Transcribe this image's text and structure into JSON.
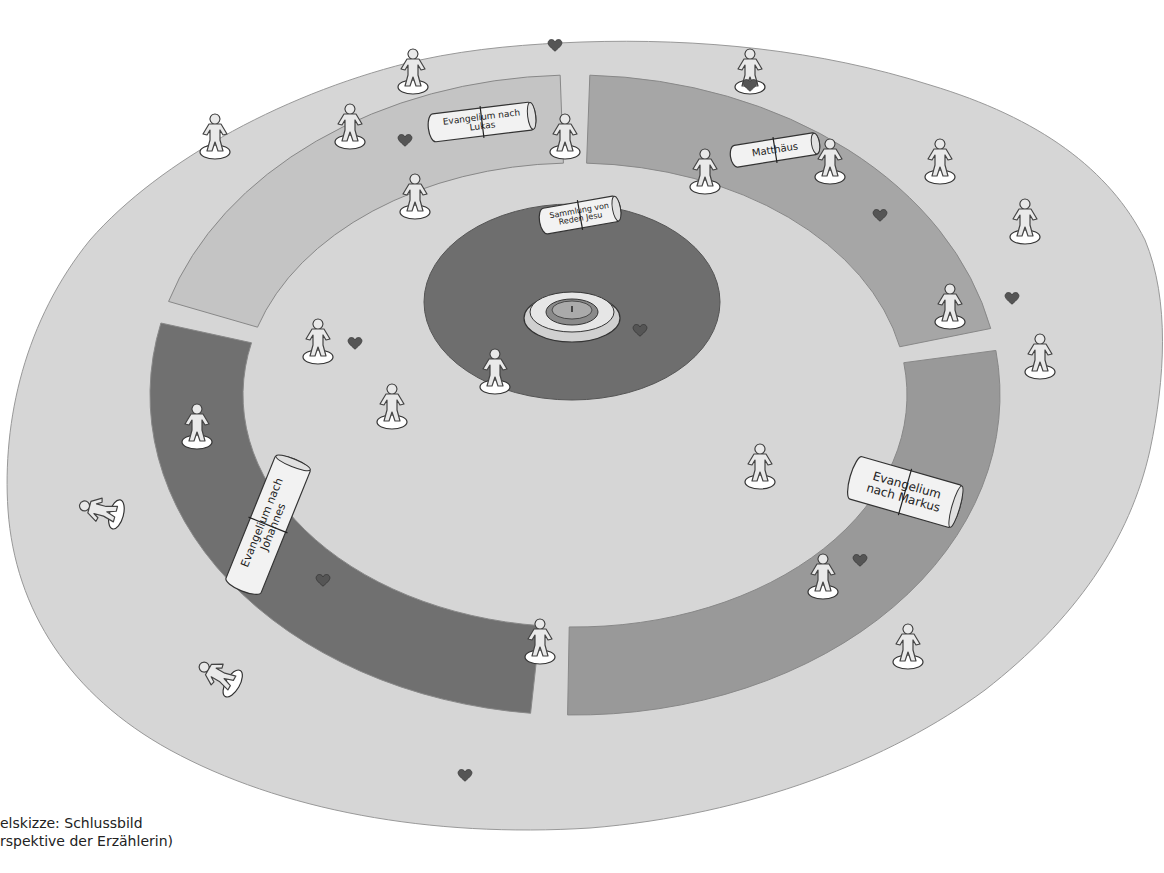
{
  "diagram": {
    "caption": "elskizze: Schlussbild rspektive der Erzählerin)",
    "nodes": [
      {
        "text": [
          "Evangelium nach Lukas"
        ]
      },
      {
        "text": [
          "Matthäus"
        ]
      },
      {
        "text": [
          "Sammlung von Reden Jesu"
        ]
      },
      {
        "text": [
          "Evangelium nach Markus"
        ]
      },
      {
        "text": [
          "Evangelium nach Johannes"
        ]
      }
    ]
  }
}
